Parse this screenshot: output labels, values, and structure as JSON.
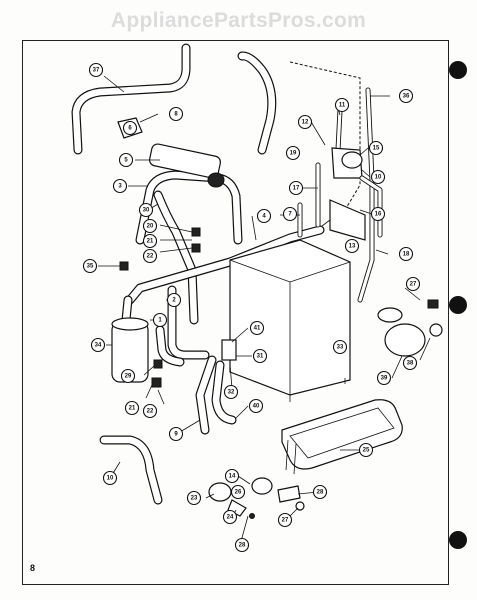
{
  "watermark": "AppliancePartsPros.com",
  "page_number": "8",
  "callouts": [
    "37",
    "8",
    "6",
    "5",
    "3",
    "30",
    "20",
    "21",
    "22",
    "35",
    "2",
    "1",
    "34",
    "29",
    "21",
    "22",
    "4",
    "7",
    "12",
    "11",
    "15",
    "10",
    "16",
    "17",
    "13",
    "36",
    "18",
    "19",
    "27",
    "41",
    "31",
    "32",
    "33",
    "39",
    "38",
    "40",
    "9",
    "10",
    "14",
    "23",
    "28",
    "24",
    "27",
    "25",
    "28",
    "26"
  ]
}
